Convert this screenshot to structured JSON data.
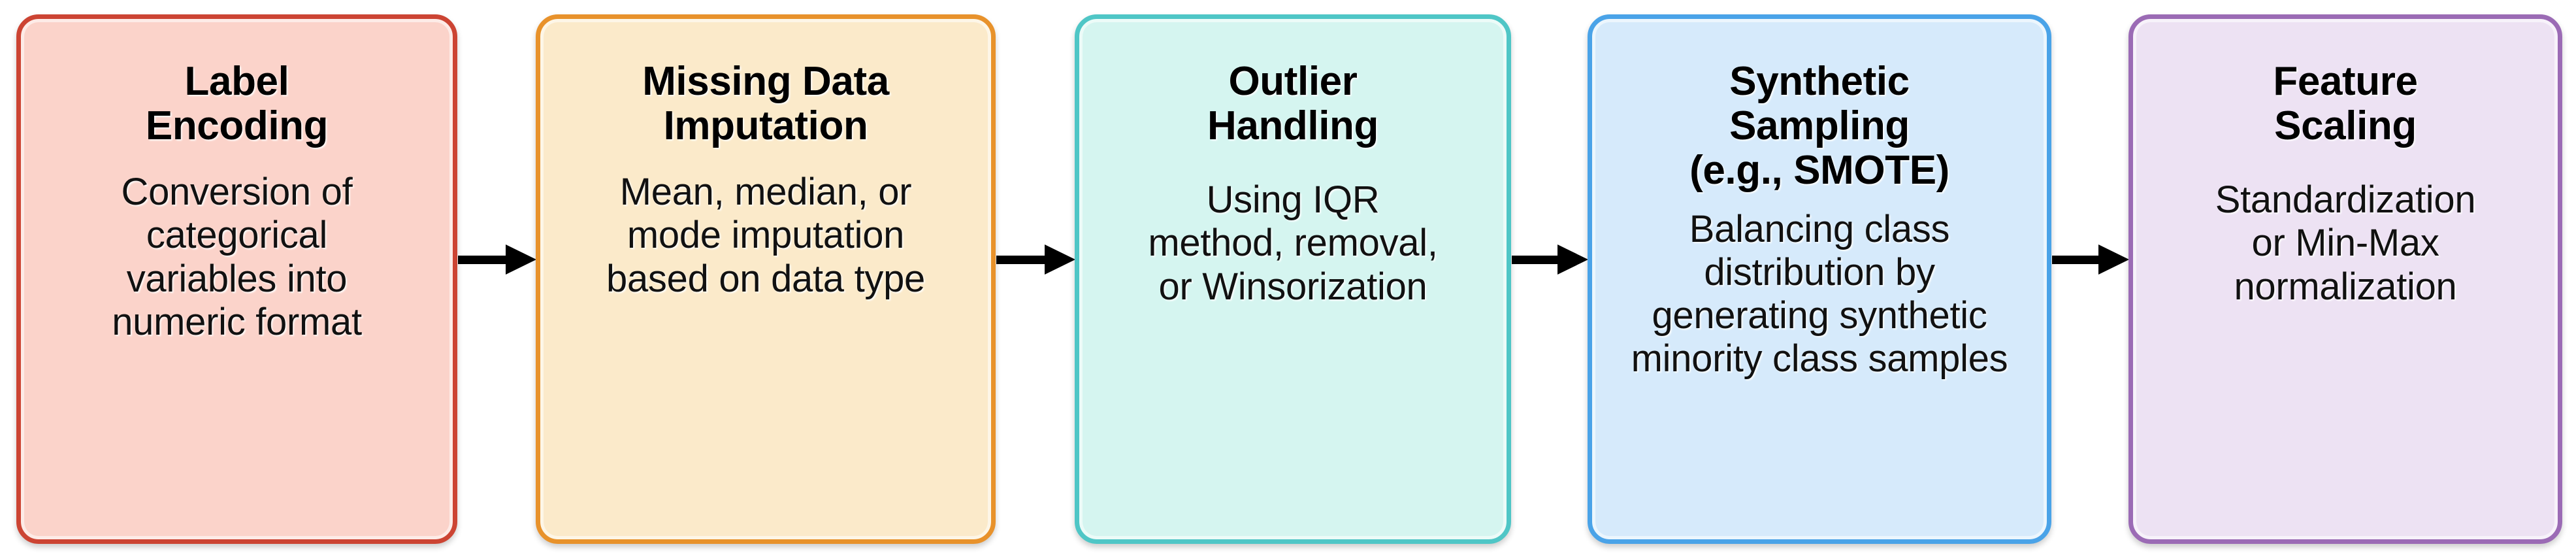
{
  "diagram": {
    "type": "horizontal-flowchart",
    "orientation": "left-to-right",
    "step_count": 5,
    "connector_count": 4,
    "connector_style": "solid-black-arrow",
    "background_color": "#FFFFFF",
    "steps": [
      {
        "index": 1,
        "title": "Label\nEncoding",
        "body": "Conversion of\ncategorical\nvariables into\nnumeric format",
        "fill_color": "#FBD3CA",
        "border_color": "#CC4433"
      },
      {
        "index": 2,
        "title": "Missing Data\nImputation",
        "body": "Mean, median, or\nmode imputation\nbased on data type",
        "fill_color": "#FBEACA",
        "border_color": "#E8922B"
      },
      {
        "index": 3,
        "title": "Outlier\nHandling",
        "body": "Using IQR\nmethod, removal,\nor Winsorization",
        "fill_color": "#D5F5F0",
        "border_color": "#4FC6C6"
      },
      {
        "index": 4,
        "title": "Synthetic\nSampling\n(e.g., SMOTE)",
        "body": "Balancing class\ndistribution by\ngenerating synthetic\nminority class samples",
        "fill_color": "#D6EAFB",
        "border_color": "#4AA3E8"
      },
      {
        "index": 5,
        "title": "Feature\nScaling",
        "body": "Standardization\nor Min-Max\nnormalization",
        "fill_color": "#EDE2F3",
        "border_color": "#9B6BB5"
      }
    ]
  }
}
